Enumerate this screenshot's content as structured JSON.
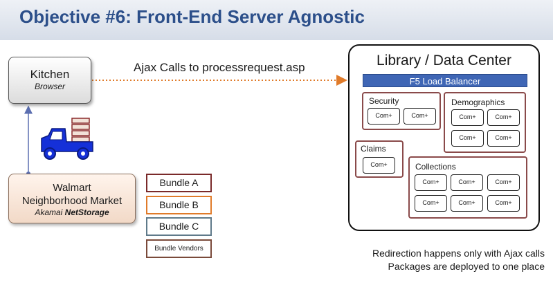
{
  "title": "Objective #6: Front-End Server Agnostic",
  "kitchen": {
    "name": "Kitchen",
    "sub": "Browser"
  },
  "arrow_label": "Ajax Calls to processrequest.asp",
  "walmart": {
    "line1": "Walmart",
    "line2": "Neighborhood Market",
    "sub_prefix": "Akamai ",
    "sub_bold": "NetStorage"
  },
  "bundles": [
    "Bundle A",
    "Bundle B",
    "Bundle C",
    "Bundle Vendors"
  ],
  "library": {
    "title": "Library / Data Center",
    "load_balancer": "F5 Load Balancer",
    "groups": {
      "security": {
        "label": "Security",
        "items": [
          "Com+",
          "Com+"
        ]
      },
      "demographics": {
        "label": "Demographics",
        "items": [
          "Com+",
          "Com+",
          "Com+",
          "Com+"
        ]
      },
      "claims": {
        "label": "Claims",
        "items": [
          "Com+"
        ]
      },
      "collections": {
        "label": "Collections",
        "items": [
          "Com+",
          "Com+",
          "Com+",
          "Com+",
          "Com+",
          "Com+"
        ]
      }
    }
  },
  "notes": [
    "Redirection happens only with Ajax calls",
    "Packages are deployed to one place"
  ],
  "colors": {
    "title": "#2c4f8a",
    "arrow_dotted": "#e07b2a",
    "arrow_up": "#5b6eb0",
    "truck": "#1530d8",
    "load_balancer": "#3f66b5",
    "group_border": "#8a4a4a"
  }
}
